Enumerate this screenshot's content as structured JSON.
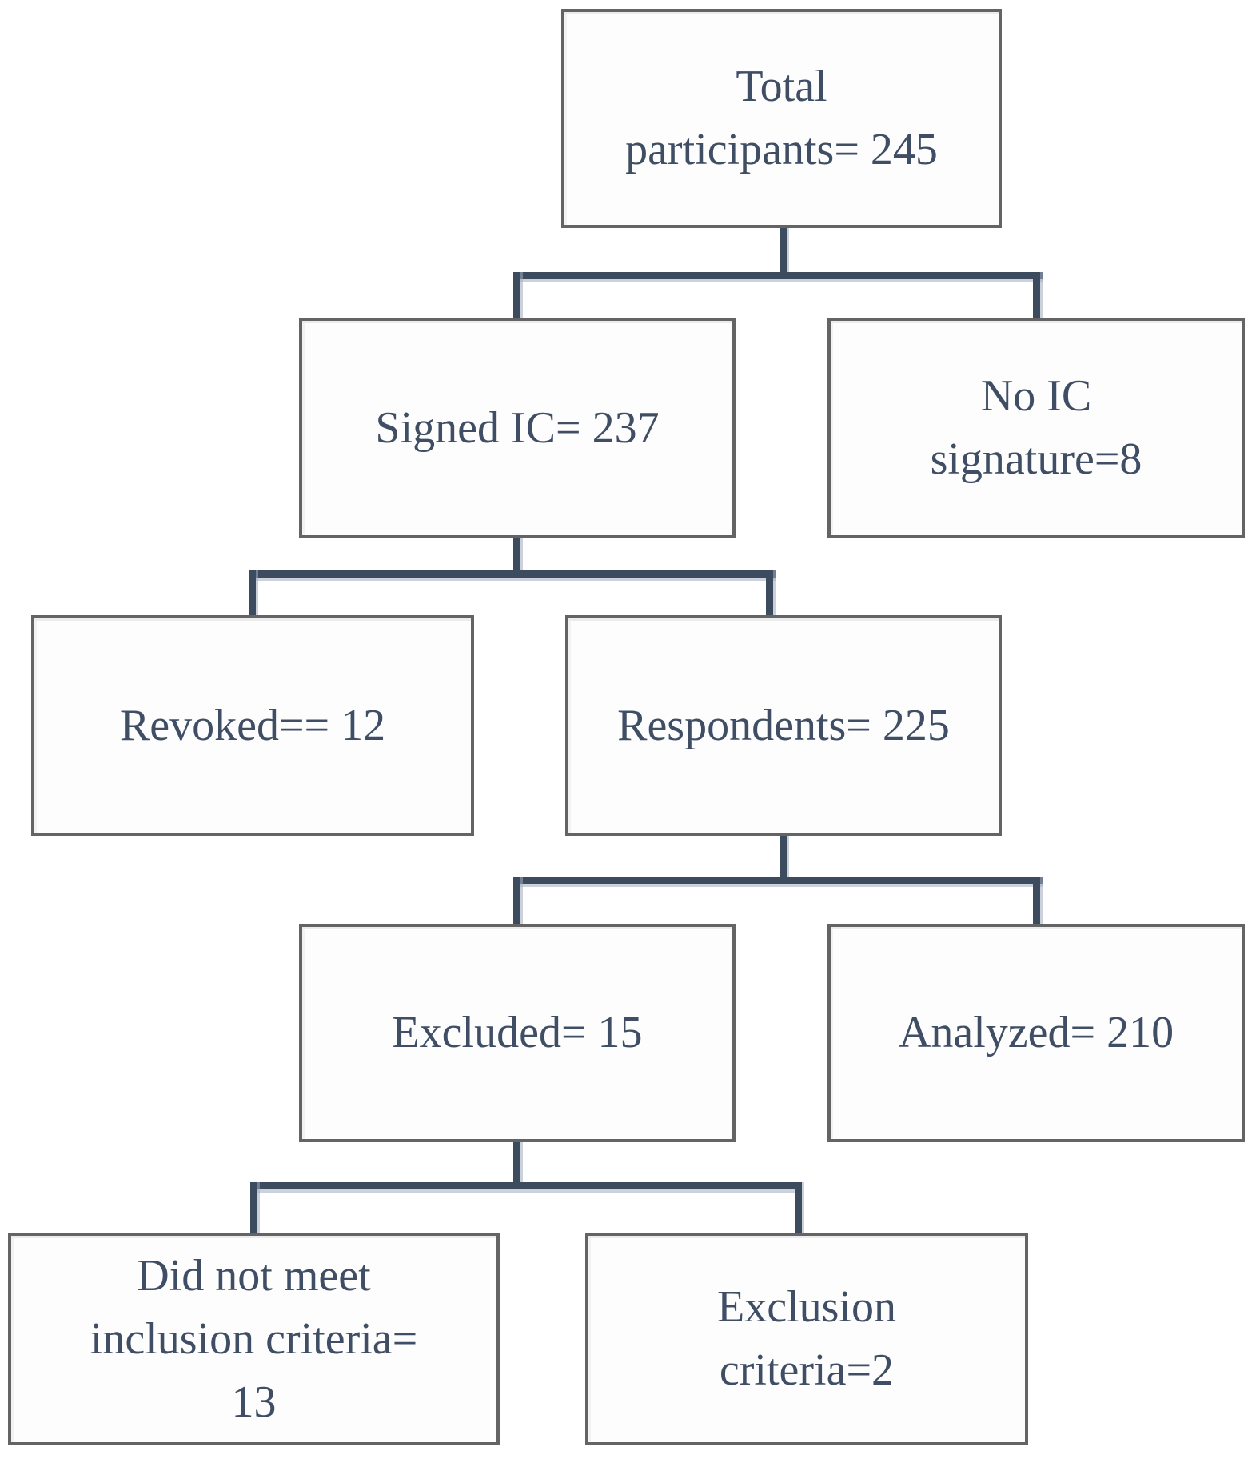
{
  "diagram": {
    "type": "flowchart",
    "description": "Participant flow diagram",
    "colors": {
      "connector": "#3d4b5f",
      "connector_shadow": "#aab4c3",
      "box_border": "#646464",
      "box_fill": "#fdfdfd",
      "text": "#3f4e65",
      "background": "#ffffff"
    },
    "nodes": [
      {
        "id": "total",
        "label": "Total participants= 245",
        "lines": [
          "Total",
          "participants= 245"
        ],
        "value": 245
      },
      {
        "id": "signed-ic",
        "label": "Signed IC= 237",
        "lines": [
          "Signed IC= 237"
        ],
        "value": 237
      },
      {
        "id": "no-ic-signature",
        "label": "No IC signature=8",
        "lines": [
          "No IC",
          "signature=8"
        ],
        "value": 8
      },
      {
        "id": "revoked",
        "label": "Revoked== 12",
        "lines": [
          "Revoked== 12"
        ],
        "value": 12
      },
      {
        "id": "respondents",
        "label": "Respondents= 225",
        "lines": [
          "Respondents= 225"
        ],
        "value": 225
      },
      {
        "id": "excluded",
        "label": "Excluded= 15",
        "lines": [
          "Excluded= 15"
        ],
        "value": 15
      },
      {
        "id": "analyzed",
        "label": "Analyzed= 210",
        "lines": [
          "Analyzed= 210"
        ],
        "value": 210
      },
      {
        "id": "did-not-meet-inclusion",
        "label": "Did not meet inclusion criteria= 13",
        "lines": [
          "Did not meet",
          "inclusion criteria=",
          "13"
        ],
        "value": 13
      },
      {
        "id": "exclusion-criteria",
        "label": "Exclusion criteria=2",
        "lines": [
          "Exclusion",
          "criteria=2"
        ],
        "value": 2
      }
    ],
    "edges": [
      {
        "from": "total",
        "to": "signed-ic"
      },
      {
        "from": "total",
        "to": "no-ic-signature"
      },
      {
        "from": "signed-ic",
        "to": "revoked"
      },
      {
        "from": "signed-ic",
        "to": "respondents"
      },
      {
        "from": "respondents",
        "to": "excluded"
      },
      {
        "from": "respondents",
        "to": "analyzed"
      },
      {
        "from": "excluded",
        "to": "did-not-meet-inclusion"
      },
      {
        "from": "excluded",
        "to": "exclusion-criteria"
      }
    ]
  }
}
